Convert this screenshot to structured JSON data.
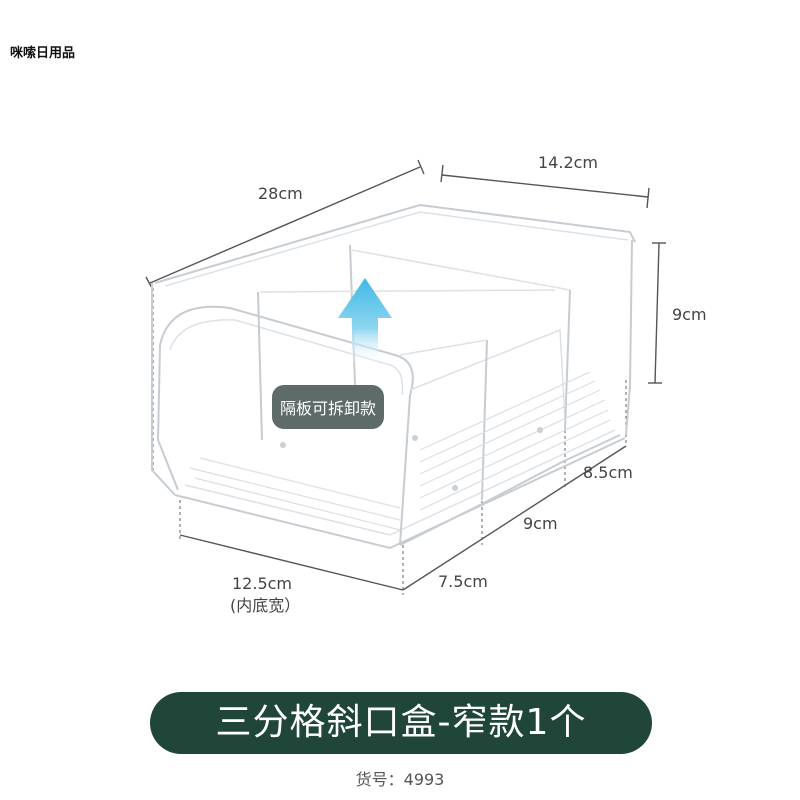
{
  "brand": "咪嗦日用品",
  "dimensions": {
    "length": "28cm",
    "width": "14.2cm",
    "height": "9cm",
    "inner_bottom_width": "12.5cm",
    "inner_bottom_note": "(内底宽）",
    "front_section": "7.5cm",
    "middle_section": "9cm",
    "back_section": "8.5cm"
  },
  "divider_label": "隔板可拆卸款",
  "title": "三分格斜口盒-窄款1个",
  "sku_label": "货号：",
  "sku_value": "4993",
  "colors": {
    "banner": "#1f4638",
    "arrow": "#4fc3e8"
  },
  "icons": [
    "up-arrow-icon"
  ]
}
